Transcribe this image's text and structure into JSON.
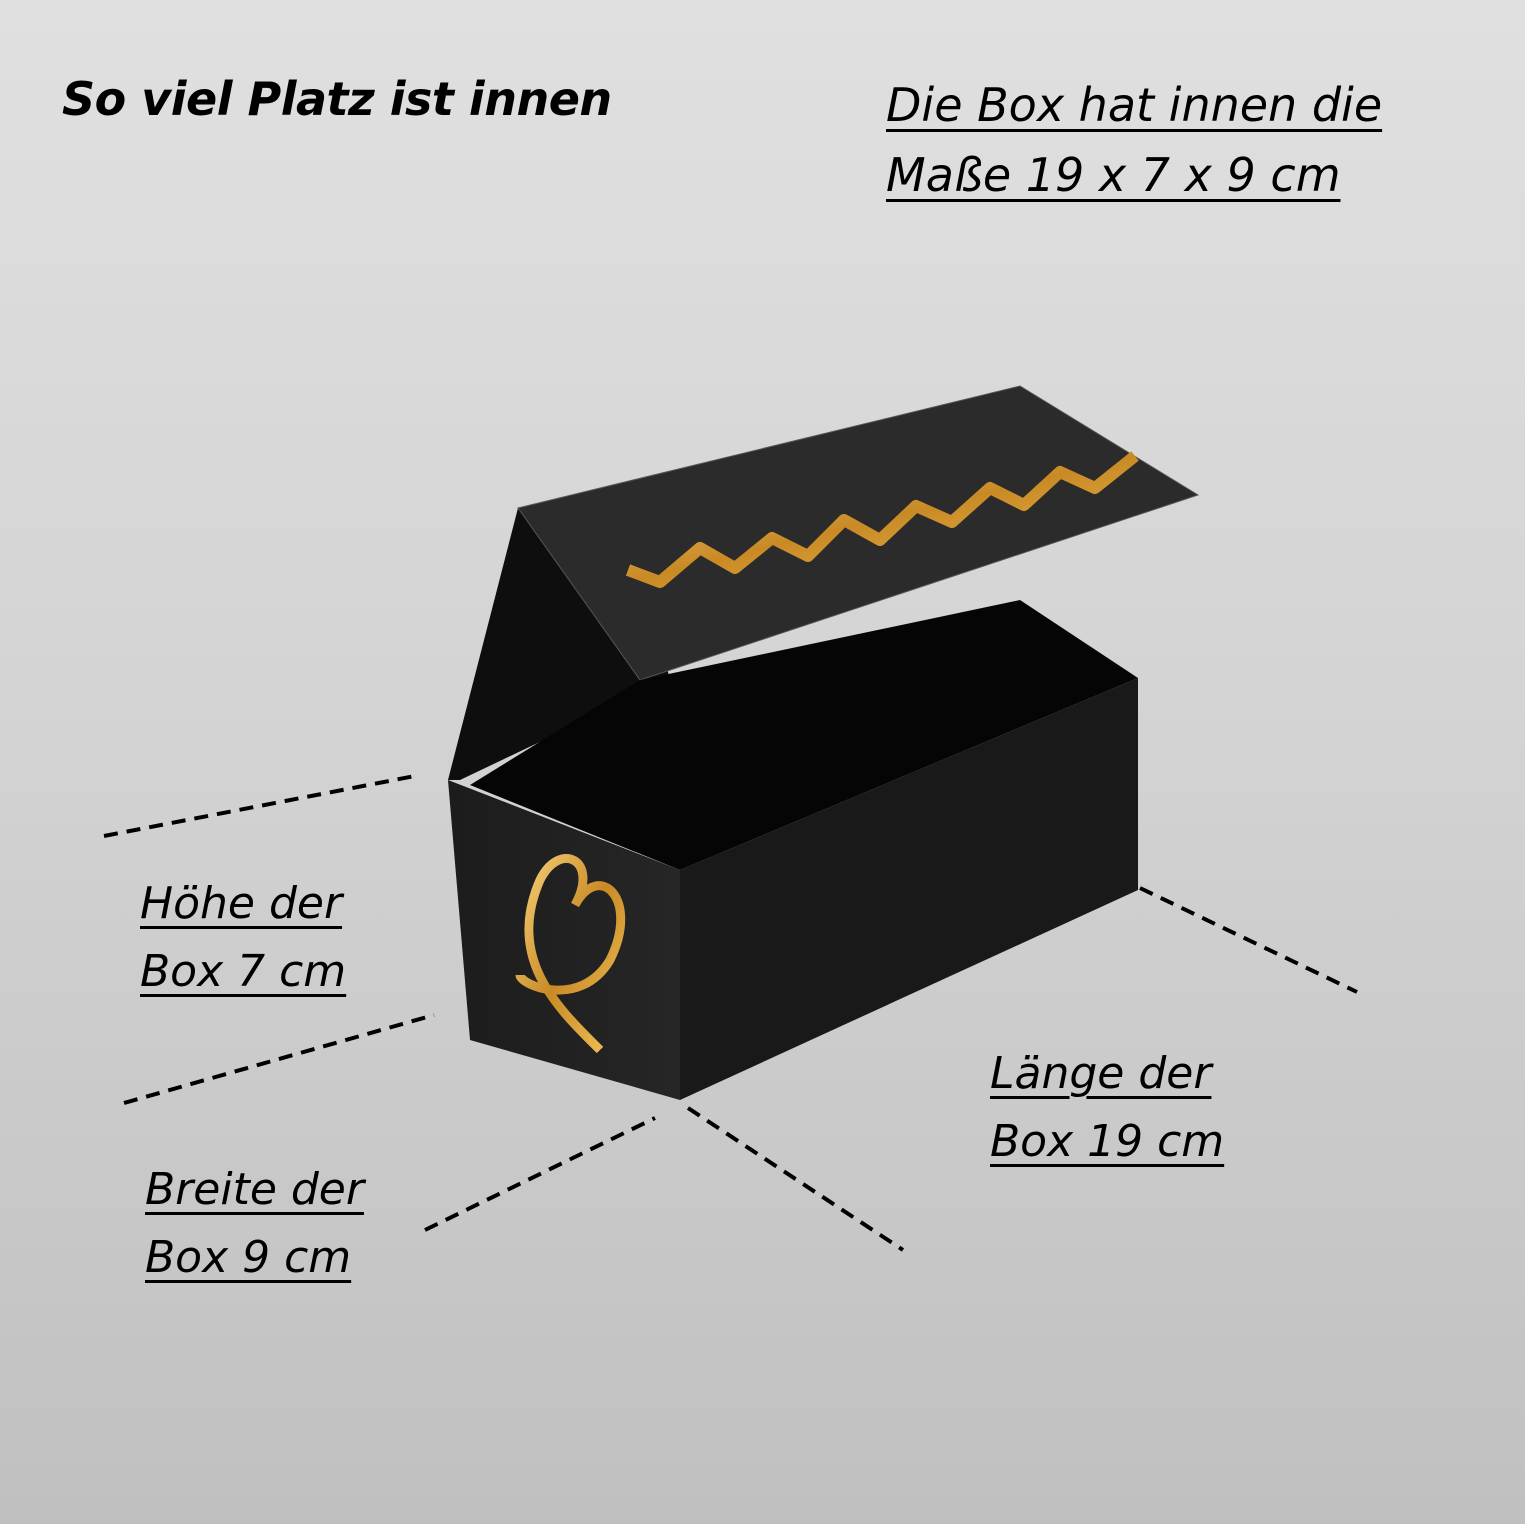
{
  "title": "So viel Platz ist innen",
  "dimensions_note": {
    "line1": "Die Box hat innen die",
    "line2": "Maße 19 x 7 x 9 cm"
  },
  "labels": {
    "height": {
      "line1": "Höhe der",
      "line2": "Box 7 cm"
    },
    "width": {
      "line1": "Breite der",
      "line2": "Box 9 cm"
    },
    "length": {
      "line1": "Länge der",
      "line2": "Box 19 cm"
    }
  },
  "product": {
    "description": "Black magnetic gift box with open lid, gold ribbon print",
    "colors": {
      "box": "#141414",
      "lid": "#2a2a2a",
      "gold": "#d9a33a"
    }
  }
}
